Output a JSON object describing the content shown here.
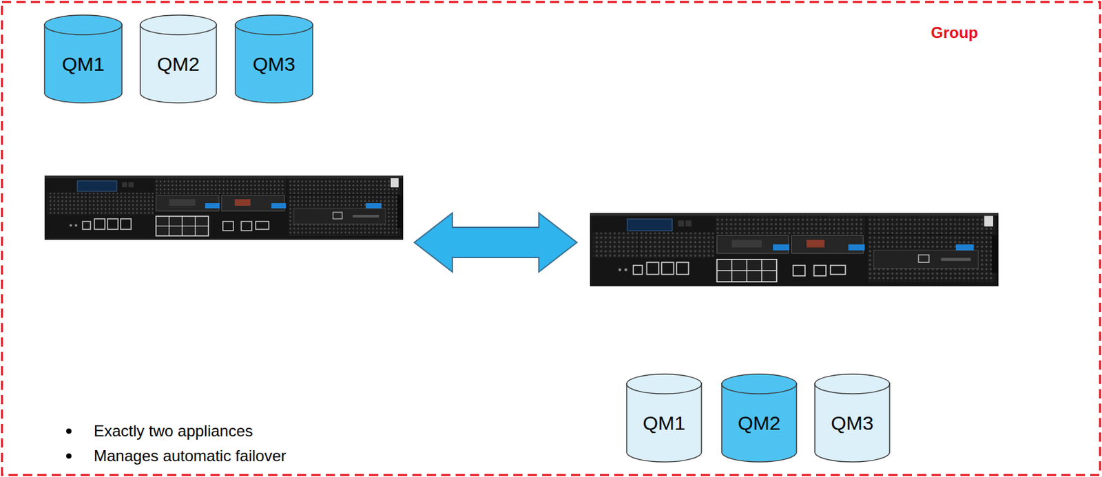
{
  "diagram": {
    "nodes": [
      {
        "text": [
          "Group"
        ]
      },
      {
        "text": [
          "QM1"
        ],
        "in": 0
      },
      {
        "text": [
          "QM2"
        ],
        "in": 0
      },
      {
        "text": [
          "QM3"
        ],
        "in": 0
      },
      {
        "text": [
          "QM1"
        ],
        "in": 0
      },
      {
        "text": [
          "QM2"
        ],
        "in": 0
      },
      {
        "text": [
          "QM3"
        ],
        "in": 0
      }
    ],
    "labels": [
      "Exactly two appliances",
      "Manages automatic failover"
    ]
  }
}
